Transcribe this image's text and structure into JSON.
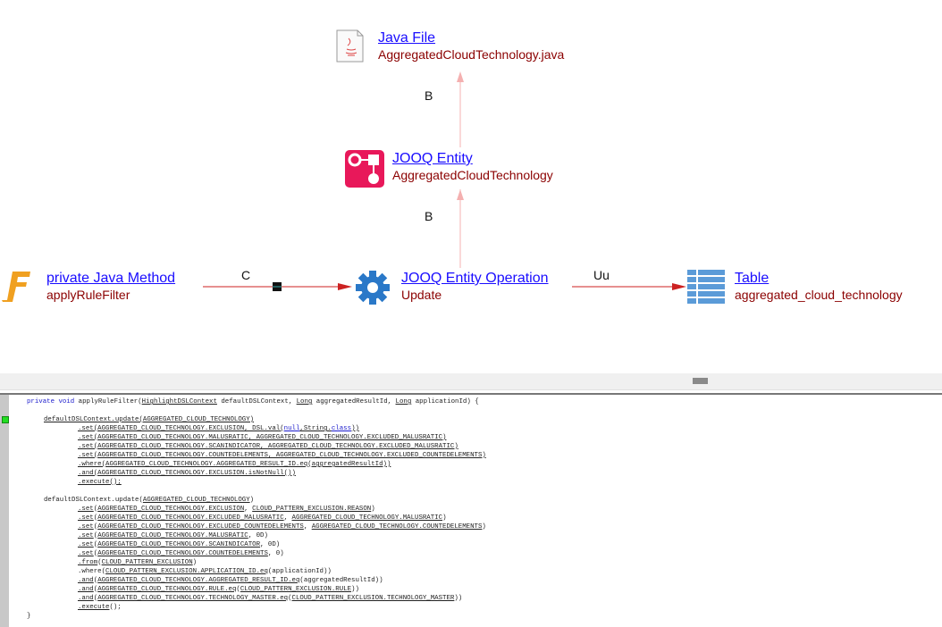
{
  "nodes": {
    "java_file": {
      "title": "Java File",
      "subtitle": "AggregatedCloudTechnology.java"
    },
    "jooq_entity": {
      "title": "JOOQ Entity",
      "subtitle": "AggregatedCloudTechnology"
    },
    "method": {
      "title": " private Java Method",
      "subtitle": "applyRuleFilter"
    },
    "operation": {
      "title": "JOOQ Entity Operation",
      "subtitle": "Update"
    },
    "table": {
      "title": "Table",
      "subtitle": "aggregated_cloud_technology"
    }
  },
  "edges": {
    "entity_to_file": "B",
    "operation_to_entity": "B",
    "method_to_operation": "C",
    "operation_to_table": "Uu"
  },
  "colors": {
    "link": "#1a0dff",
    "subtitle": "#8b0000",
    "edge": "#cc2222",
    "edge_light": "#f4b0b0",
    "marker": "#22dd22"
  },
  "code": [
    {
      "indent": 0,
      "segs": [
        [
          "private void ",
          "kw"
        ],
        [
          "applyRuleFilter(",
          ""
        ],
        [
          "HighlightDSLContext",
          "u"
        ],
        [
          " defaultDSLContext, ",
          ""
        ],
        [
          "Long",
          "u"
        ],
        [
          " aggregatedResultId, ",
          ""
        ],
        [
          "Long",
          "u"
        ],
        [
          " applicationId) {",
          ""
        ]
      ]
    },
    {
      "indent": 0,
      "segs": []
    },
    {
      "indent": 1,
      "segs": [
        [
          "defaultDSLContext.update(AGGREGATED_CLOUD_TECHNOLOGY)",
          "u"
        ]
      ]
    },
    {
      "indent": 2,
      "segs": [
        [
          ".set(AGGREGATED_CLOUD_TECHNOLOGY.EXCLUSION, DSL.val(",
          "u"
        ],
        [
          "null",
          "kwu"
        ],
        [
          ",String.",
          "u"
        ],
        [
          "class",
          "kwu"
        ],
        [
          "))",
          "u"
        ]
      ]
    },
    {
      "indent": 2,
      "segs": [
        [
          ".set(AGGREGATED_CLOUD_TECHNOLOGY.MALUSRATIC, AGGREGATED_CLOUD_TECHNOLOGY.EXCLUDED_MALUSRATIC)",
          "u"
        ]
      ]
    },
    {
      "indent": 2,
      "segs": [
        [
          ".set(AGGREGATED_CLOUD_TECHNOLOGY.SCANINDICATOR, AGGREGATED_CLOUD_TECHNOLOGY.EXCLUDED_MALUSRATIC)",
          "u"
        ]
      ]
    },
    {
      "indent": 2,
      "segs": [
        [
          ".set(AGGREGATED_CLOUD_TECHNOLOGY.COUNTEDELEMENTS, AGGREGATED_CLOUD_TECHNOLOGY.EXCLUDED_COUNTEDELEMENTS)",
          "u"
        ]
      ]
    },
    {
      "indent": 2,
      "segs": [
        [
          ".where(AGGREGATED_CLOUD_TECHNOLOGY.AGGREGATED_RESULT_ID.eq(aggregatedResultId))",
          "u"
        ]
      ]
    },
    {
      "indent": 2,
      "segs": [
        [
          ".and(AGGREGATED_CLOUD_TECHNOLOGY.EXCLUSION.isNotNull())",
          "u"
        ]
      ]
    },
    {
      "indent": 2,
      "segs": [
        [
          ".execute();",
          "u"
        ]
      ]
    },
    {
      "indent": 0,
      "segs": []
    },
    {
      "indent": 1,
      "segs": [
        [
          "defaultDSLContext.update(",
          ""
        ],
        [
          "AGGREGATED_CLOUD_TECHNOLOGY",
          "u"
        ],
        [
          ")",
          ""
        ]
      ]
    },
    {
      "indent": 2,
      "segs": [
        [
          ".set",
          "u"
        ],
        [
          "(",
          ""
        ],
        [
          "AGGREGATED_CLOUD_TECHNOLOGY.EXCLUSION",
          "u"
        ],
        [
          ", ",
          ""
        ],
        [
          "CLOUD_PATTERN_EXCLUSION.REASON",
          "u"
        ],
        [
          ")",
          ""
        ]
      ]
    },
    {
      "indent": 2,
      "segs": [
        [
          ".set",
          "u"
        ],
        [
          "(",
          ""
        ],
        [
          "AGGREGATED_CLOUD_TECHNOLOGY.EXCLUDED_MALUSRATIC",
          "u"
        ],
        [
          ", ",
          ""
        ],
        [
          "AGGREGATED_CLOUD_TECHNOLOGY.MALUSRATIC",
          "u"
        ],
        [
          ")",
          ""
        ]
      ]
    },
    {
      "indent": 2,
      "segs": [
        [
          ".set",
          "u"
        ],
        [
          "(",
          ""
        ],
        [
          "AGGREGATED_CLOUD_TECHNOLOGY.EXCLUDED_COUNTEDELEMENTS",
          "u"
        ],
        [
          ", ",
          ""
        ],
        [
          "AGGREGATED_CLOUD_TECHNOLOGY.COUNTEDELEMENTS",
          "u"
        ],
        [
          ")",
          ""
        ]
      ]
    },
    {
      "indent": 2,
      "segs": [
        [
          ".set",
          "u"
        ],
        [
          "(",
          ""
        ],
        [
          "AGGREGATED_CLOUD_TECHNOLOGY.MALUSRATIC",
          "u"
        ],
        [
          ", 0D)",
          ""
        ]
      ]
    },
    {
      "indent": 2,
      "segs": [
        [
          ".set",
          "u"
        ],
        [
          "(",
          ""
        ],
        [
          "AGGREGATED_CLOUD_TECHNOLOGY.SCANINDICATOR",
          "u"
        ],
        [
          ", 0D)",
          ""
        ]
      ]
    },
    {
      "indent": 2,
      "segs": [
        [
          ".set",
          "u"
        ],
        [
          "(",
          ""
        ],
        [
          "AGGREGATED_CLOUD_TECHNOLOGY.COUNTEDELEMENTS",
          "u"
        ],
        [
          ", 0)",
          ""
        ]
      ]
    },
    {
      "indent": 2,
      "segs": [
        [
          ".from",
          "u"
        ],
        [
          "(",
          ""
        ],
        [
          "CLOUD_PATTERN_EXCLUSION",
          "u"
        ],
        [
          ")",
          ""
        ]
      ]
    },
    {
      "indent": 2,
      "segs": [
        [
          ".where(",
          ""
        ],
        [
          "CLOUD_PATTERN_EXCLUSION.APPLICATION_ID.eq",
          "u"
        ],
        [
          "(applicationId))",
          ""
        ]
      ]
    },
    {
      "indent": 2,
      "segs": [
        [
          ".and",
          "u"
        ],
        [
          "(",
          ""
        ],
        [
          "AGGREGATED_CLOUD_TECHNOLOGY.AGGREGATED_RESULT_ID.eq",
          "u"
        ],
        [
          "(aggregatedResultId))",
          ""
        ]
      ]
    },
    {
      "indent": 2,
      "segs": [
        [
          ".and",
          "u"
        ],
        [
          "(",
          ""
        ],
        [
          "AGGREGATED_CLOUD_TECHNOLOGY.RULE.eq",
          "u"
        ],
        [
          "(",
          ""
        ],
        [
          "CLOUD_PATTERN_EXCLUSION.RULE",
          "u"
        ],
        [
          "))",
          ""
        ]
      ]
    },
    {
      "indent": 2,
      "segs": [
        [
          ".and",
          "u"
        ],
        [
          "(",
          ""
        ],
        [
          "AGGREGATED_CLOUD_TECHNOLOGY.TECHNOLOGY_MASTER.eq",
          "u"
        ],
        [
          "(",
          ""
        ],
        [
          "CLOUD_PATTERN_EXCLUSION.TECHNOLOGY_MASTER",
          "u"
        ],
        [
          "))",
          ""
        ]
      ]
    },
    {
      "indent": 2,
      "segs": [
        [
          ".execute",
          "u"
        ],
        [
          "();",
          ""
        ]
      ]
    },
    {
      "indent": 0,
      "segs": [
        [
          "}",
          ""
        ]
      ]
    }
  ]
}
